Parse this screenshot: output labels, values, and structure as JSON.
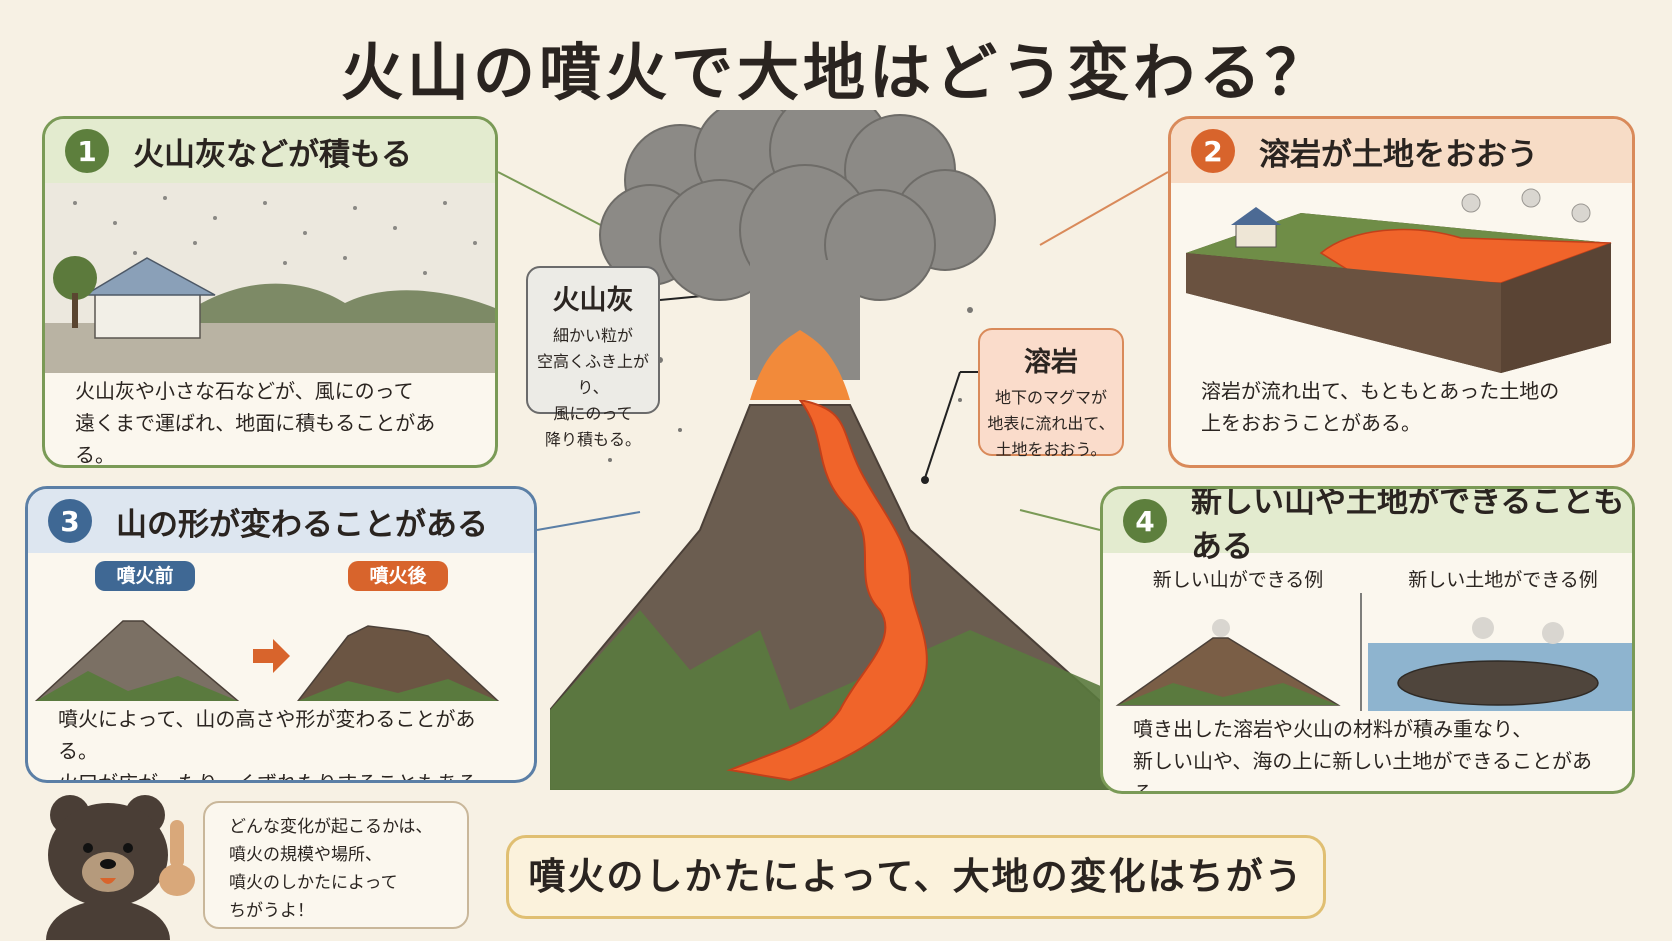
{
  "title": "火山の噴火で大地はどう変わる？",
  "panel1": {
    "number": "1",
    "heading": "火山灰などが積もる",
    "text": "火山灰や小さな石などが、風にのって\n遠くまで運ばれ、地面に積もることがある。"
  },
  "panel2": {
    "number": "2",
    "heading": "溶岩が土地をおおう",
    "text": "溶岩が流れ出て、もともとあった土地の\n上をおおうことがある。"
  },
  "panel3": {
    "number": "3",
    "heading": "山の形が変わることがある",
    "before_label": "噴火前",
    "after_label": "噴火後",
    "text": "噴火によって、山の高さや形が変わることがある。\n火口が広がったり、くずれたりすることもある。"
  },
  "panel4": {
    "number": "4",
    "heading": "新しい山や土地ができることもある",
    "sub_left": "新しい山ができる例",
    "sub_right": "新しい土地ができる例",
    "text": "噴き出した溶岩や火山の材料が積み重なり、\n新しい山や、海の上に新しい土地ができることがある。"
  },
  "callout_ash": {
    "title": "火山灰",
    "body": "細かい粒が\n空高くふき上がり、\n風にのって\n降り積もる。"
  },
  "callout_lava": {
    "title": "溶岩",
    "body": "地下のマグマが\n地表に流れ出て、\n土地をおおう。"
  },
  "speech": "どんな変化が起こるかは、\n噴火の規模や場所、\n噴火のしかたによって\nちがうよ！",
  "banner": "噴火のしかたによって、大地の変化はちがう",
  "colors": {
    "green": "#7a9a56",
    "orange": "#d98a5a",
    "blue": "#5b7fa6",
    "lava": "#f0642a",
    "ash": "#8c8a86"
  }
}
